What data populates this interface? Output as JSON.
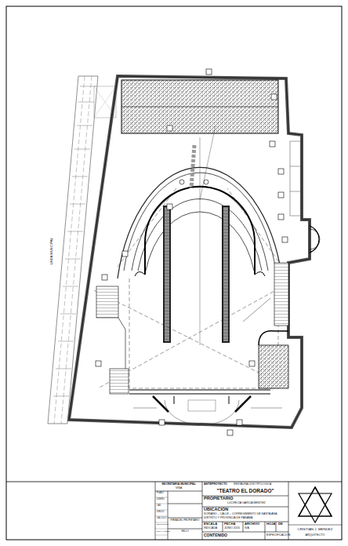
{
  "diagram": {
    "title": "\"TEATRO EL DORADO\"",
    "labels": [
      "LINEA MUNICIPAL",
      "SECRETARIA MUNICIPAL",
      "VISA",
      "PLANO",
      "DISEÑO",
      "CAD",
      "DIBUJO",
      "CALCULO",
      "ESTRUCTURA",
      "INSTALACIONES",
      "FIRMA DEL PROPIETARIO",
      "SELLO",
      "ANTEPROYECTO",
      "RESTAURACION TIPOLOGICA",
      "PROPIETARIO",
      "LUCRECIA GARCIA BENITEZ",
      "UBICACION",
      "SORIANO – CALLE – CORREGIMIENTO DE SANTA ANA,",
      "DISTRITO Y PROVINCIA DE PANAMA",
      "ESCALA",
      "FECHA",
      "ARCHIVO",
      "HOJA",
      "DE",
      "INDICADA",
      "JUNIO 2016",
      "S/A",
      "CONTENIDO",
      "ESPECIFICACION",
      "CRISTIAN J. MENDEZ",
      "ARQUITECTO"
    ]
  }
}
